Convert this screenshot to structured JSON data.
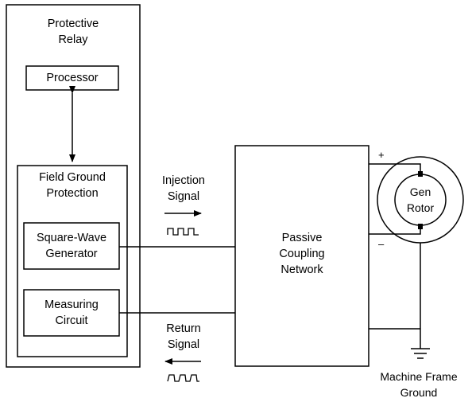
{
  "relay": {
    "title_line1": "Protective",
    "title_line2": "Relay",
    "processor": "Processor",
    "field_ground_line1": "Field Ground",
    "field_ground_line2": "Protection",
    "square_wave_line1": "Square-Wave",
    "square_wave_line2": "Generator",
    "measuring_line1": "Measuring",
    "measuring_line2": "Circuit"
  },
  "signals": {
    "injection_line1": "Injection",
    "injection_line2": "Signal",
    "return_line1": "Return",
    "return_line2": "Signal"
  },
  "coupling": {
    "line1": "Passive",
    "line2": "Coupling",
    "line3": "Network"
  },
  "rotor": {
    "line1": "Gen",
    "line2": "Rotor",
    "plus": "+",
    "minus": "–"
  },
  "ground": {
    "line1": "Machine Frame",
    "line2": "Ground"
  }
}
